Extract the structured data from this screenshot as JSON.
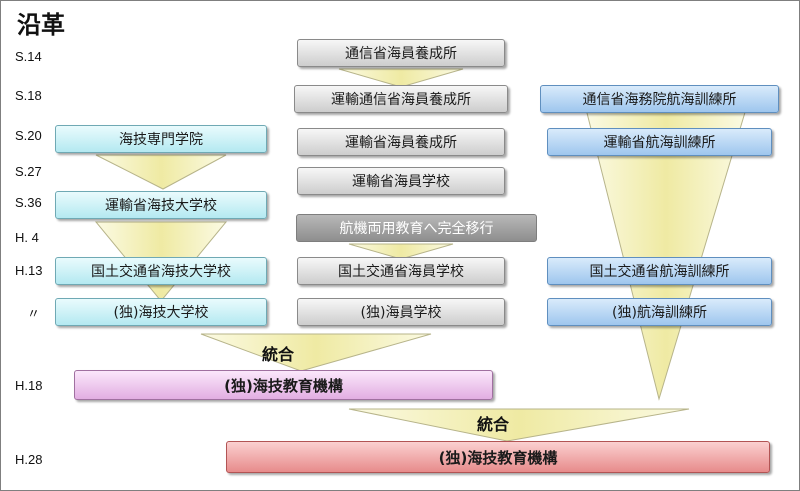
{
  "title": "沿革",
  "eras": [
    "S.14",
    "S.18",
    "S.20",
    "S.27",
    "S.36",
    "H. 4",
    "H.13",
    "〃",
    "H.18",
    "H.28"
  ],
  "boxes": {
    "col1": [
      "海技専門学院",
      "運輸省海技大学校",
      "国土交通省海技大学校",
      "(独)海技大学校"
    ],
    "col2": [
      "通信省海員養成所",
      "運輸通信省海員養成所",
      "運輸省海員養成所",
      "運輸省海員学校",
      "航機両用教育へ完全移行",
      "国土交通省海員学校",
      "(独)海員学校"
    ],
    "col3": [
      "通信省海務院航海訓練所",
      "運輸省航海訓練所",
      "国土交通省航海訓練所",
      "(独)航海訓練所"
    ]
  },
  "merges": [
    {
      "label": "統合",
      "result": "(独)海技教育機構"
    },
    {
      "label": "統合",
      "result": "(独)海技教育機構"
    }
  ],
  "colors": {
    "funnel_fill": "#f4f0b4",
    "funnel_stroke": "#b7b48a",
    "box_gray": "#dcdcdc",
    "box_cyan": "#c7f0f6",
    "box_blue": "#a9cdef",
    "box_pink": "#ecc3ec",
    "box_red": "#ef9e9e"
  }
}
